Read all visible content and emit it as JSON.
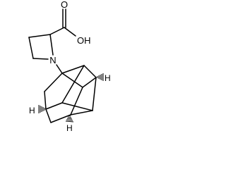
{
  "structure": {
    "labels": {
      "hydroxyl": "OH",
      "carbonyl_o": "O",
      "nitrogen": "N",
      "h1": "H",
      "h2": "H",
      "h3": "H"
    },
    "colors": {
      "bond": "#000000",
      "background": "#ffffff"
    }
  }
}
